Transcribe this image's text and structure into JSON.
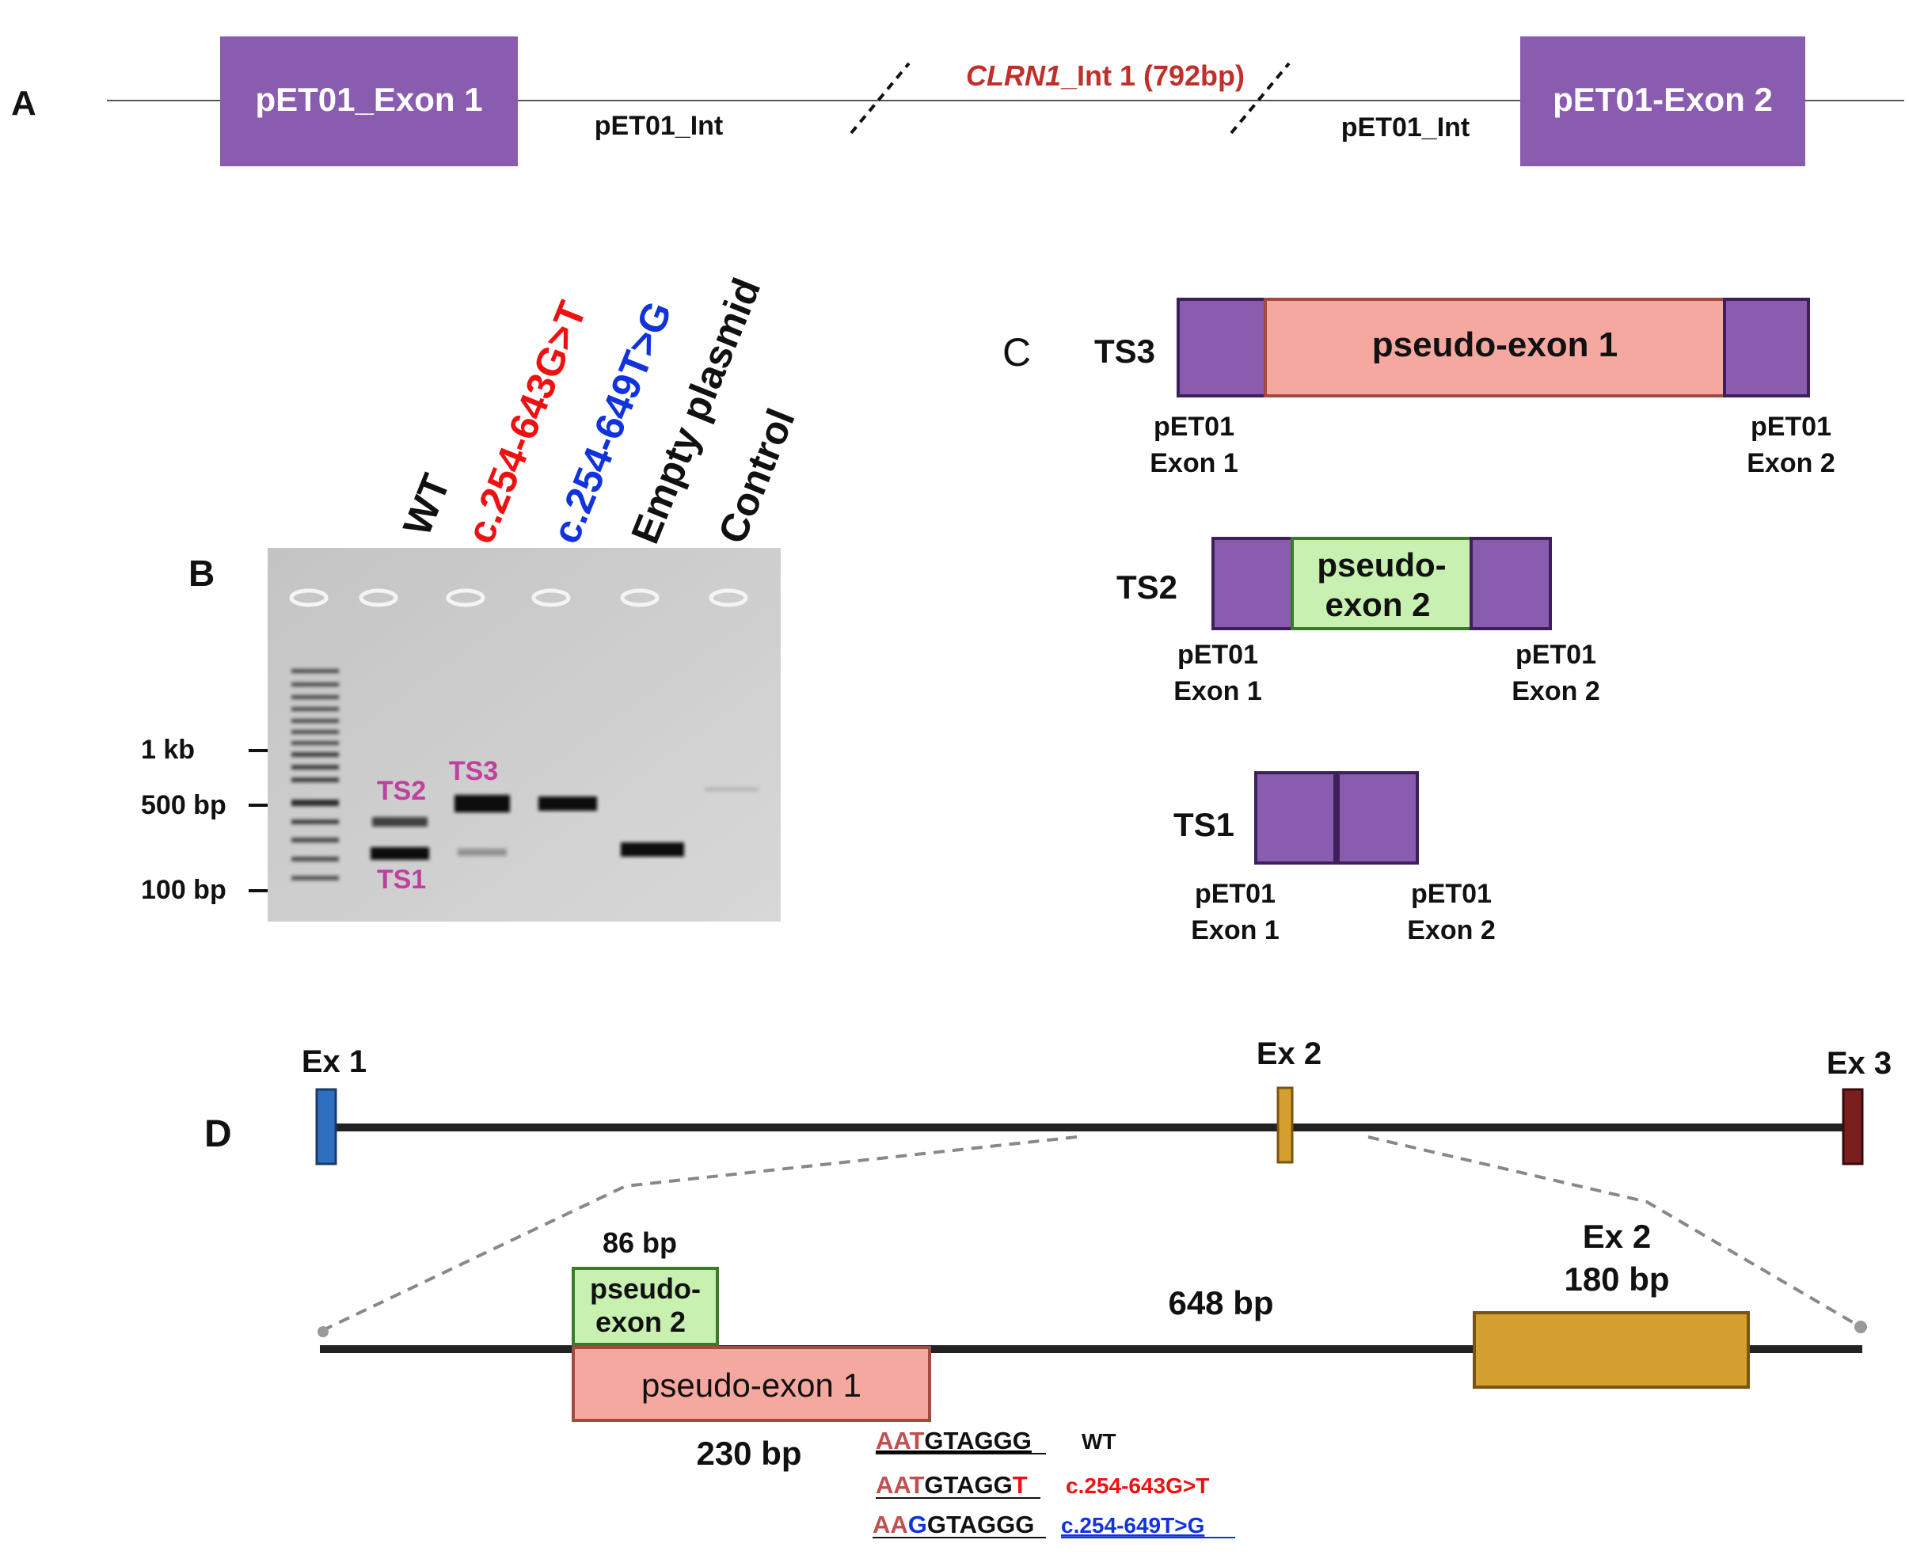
{
  "colors": {
    "purple": "#8a5cb0",
    "purple_border": "#3d1f5c",
    "salmon": "#f5a8a0",
    "salmon_border": "#a04a40",
    "green": "#c8f0b0",
    "green_border": "#3a7a2a",
    "ex1_blue": "#2f6fbf",
    "ex2_gold": "#d6a030",
    "ex3_red": "#7a1e1e",
    "label_red": "#c0302b",
    "magenta": "#c040a0",
    "mut_red": "#ee1111",
    "mut_blue": "#1133dd"
  },
  "panelA": {
    "label": "A",
    "exon1": "pET01_Exon 1",
    "exon2": "pET01-Exon 2",
    "int_left": "pET01_Int",
    "int_right": "pET01_Int",
    "intron_gene": "CLRN1",
    "intron_rest": "_Int 1 (792bp)"
  },
  "panelB": {
    "label": "B",
    "lanes": [
      {
        "text": "WT",
        "color": "#111111"
      },
      {
        "text": "c.254-643G>T",
        "color": "#ee1111"
      },
      {
        "text": "c.254-649T>G",
        "color": "#1133dd"
      },
      {
        "text": "Empty plasmid",
        "color": "#111111"
      },
      {
        "text": "Control",
        "color": "#111111"
      }
    ],
    "ladder_marks": [
      "1 kb",
      "500 bp",
      "100 bp"
    ],
    "band_labels": {
      "ts2": "TS2",
      "ts1": "TS1",
      "ts3": "TS3"
    }
  },
  "panelC": {
    "label": "C",
    "ts3": {
      "name": "TS3",
      "middle": "pseudo-exon 1",
      "left1": "pET01",
      "left2": "Exon 1",
      "right1": "pET01",
      "right2": "Exon 2"
    },
    "ts2": {
      "name": "TS2",
      "middle1": "pseudo-",
      "middle2": "exon 2",
      "left1": "pET01",
      "left2": "Exon 1",
      "right1": "pET01",
      "right2": "Exon 2"
    },
    "ts1": {
      "name": "TS1",
      "left1": "pET01",
      "left2": "Exon 1",
      "right1": "pET01",
      "right2": "Exon 2"
    }
  },
  "panelD": {
    "label": "D",
    "ex1": "Ex 1",
    "ex2": "Ex 2",
    "ex3": "Ex 3",
    "pe2_size": "86 bp",
    "pe2_line1": "pseudo-",
    "pe2_line2": "exon 2",
    "pe1": "pseudo-exon 1",
    "pe1_size": "230 bp",
    "intron_size": "648 bp",
    "ex2_name": "Ex 2",
    "ex2_size": "180 bp",
    "seq_wt": {
      "a": "AAT",
      "b": "GTAGGG",
      "label": "WT"
    },
    "seq_m1": {
      "a": "AAT",
      "b": "GTAGG",
      "c": "T",
      "label": "c.254-643G>T"
    },
    "seq_m2": {
      "a": "AA",
      "b": "G",
      "c": "GTAGGG",
      "label": "c.254-649T>G"
    }
  }
}
